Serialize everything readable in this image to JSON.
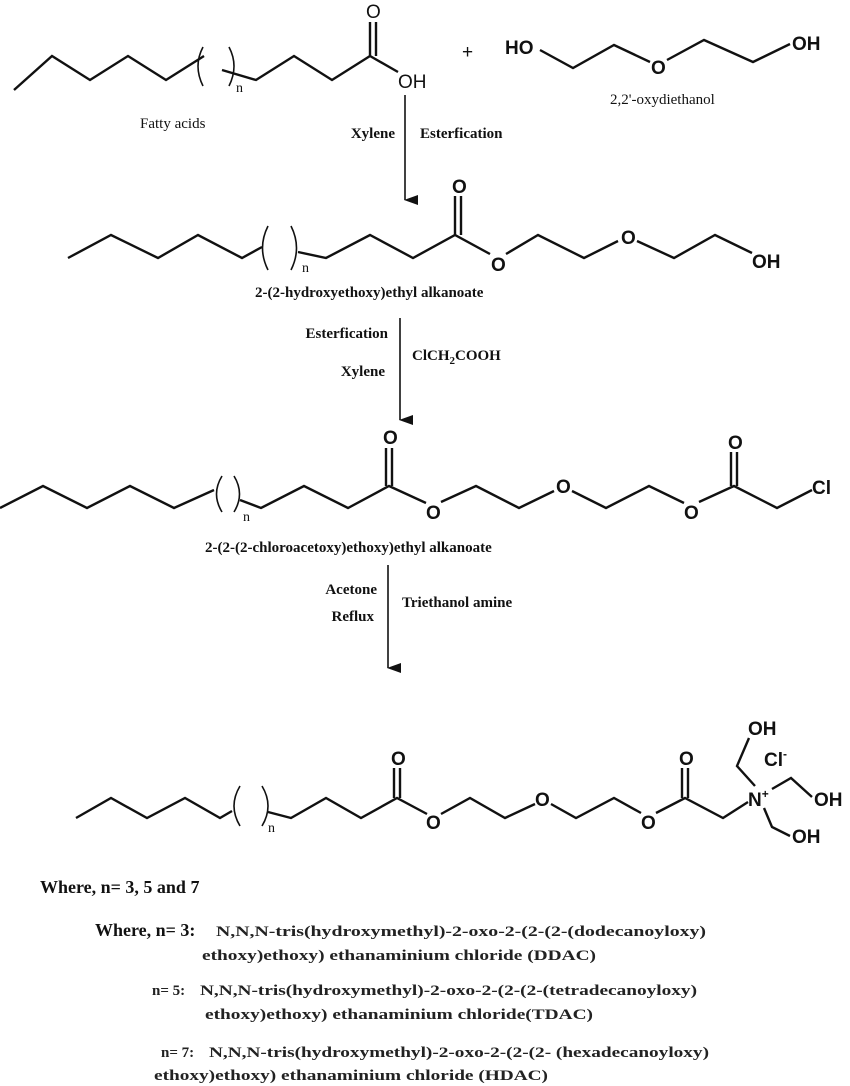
{
  "reactants": {
    "fatty_acid": {
      "name": "Fatty acids",
      "atoms": {
        "carbonyl_o": "O",
        "oh": "OH",
        "n": "n"
      }
    },
    "plus": "+",
    "diol": {
      "name": "2,2'-oxydiethanol",
      "atoms": {
        "ho": "HO",
        "o": "O",
        "oh": "OH"
      }
    }
  },
  "step1": {
    "left": "Xylene",
    "right": "Esterfication"
  },
  "intermediate1": {
    "name": "2-(2-hydroxyethoxy)ethyl alkanoate",
    "atoms": {
      "carbonyl_o": "O",
      "ester_o": "O",
      "ether_o": "O",
      "oh": "OH",
      "n": "n"
    }
  },
  "step2": {
    "left_top": "Esterfication",
    "left_bottom": "Xylene",
    "right": "ClCH",
    "right_sub": "2",
    "right_tail": "COOH"
  },
  "intermediate2": {
    "name": "2-(2-(2-chloroacetoxy)ethoxy)ethyl alkanoate",
    "atoms": {
      "carbonyl_o": "O",
      "ester_o": "O",
      "ether_o": "O",
      "ester_o2": "O",
      "carbonyl_o2": "O",
      "cl": "Cl",
      "n": "n"
    }
  },
  "step3": {
    "left_top": "Acetone",
    "left_bottom": "Reflux",
    "right": "Triethanol amine"
  },
  "product": {
    "atoms": {
      "carbonyl_o": "O",
      "ester_o": "O",
      "ether_o": "O",
      "ester_o2": "O",
      "carbonyl_o2": "O",
      "n_atom": "N",
      "n_charge": "+",
      "cl": "Cl",
      "cl_charge": "-",
      "oh_top": "OH",
      "oh_right": "OH",
      "oh_bottom": "OH",
      "n": "n"
    }
  },
  "notes": {
    "where": "Where, n= 3, 5 and 7",
    "n3_prefix": "Where, n= 3:",
    "n3_line1": "N,N,N-tris(hydroxymethyl)-2-oxo-2-(2-(2-(dodecanoyloxy)",
    "n3_line2": "ethoxy)ethoxy) ethanaminium chloride (DDAC)",
    "n5_prefix": "n= 5:",
    "n5_line1": "N,N,N-tris(hydroxymethyl)-2-oxo-2-(2-(2-(tetradecanoyloxy)",
    "n5_line2": "ethoxy)ethoxy) ethanaminium chloride(TDAC)",
    "n7_prefix": "n= 7:",
    "n7_line1": "N,N,N-tris(hydroxymethyl)-2-oxo-2-(2-(2- (hexadecanoyloxy)",
    "n7_line2": "ethoxy)ethoxy) ethanaminium chloride (HDAC)"
  }
}
